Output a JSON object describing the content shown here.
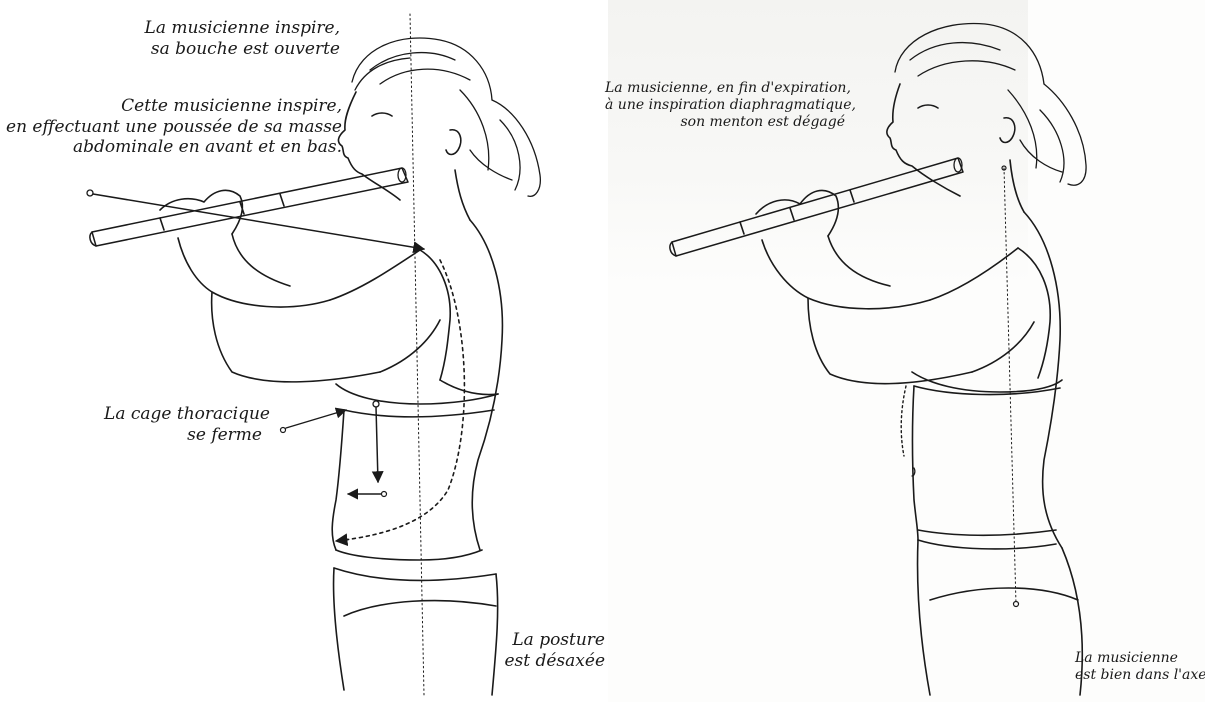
{
  "figures": {
    "left": {
      "caption_inspire": {
        "line1": "La musicienne inspire,",
        "line2": "sa bouche est ouverte"
      },
      "caption_poussee": {
        "line1": "Cette musicienne inspire,",
        "line2": "en effectuant une poussée de sa masse",
        "line3": "abdominale en avant et en bas."
      },
      "caption_cage": {
        "line1": "La cage thoracique",
        "line2": "se ferme"
      },
      "caption_posture": {
        "line1": "La posture",
        "line2": "est désaxée"
      }
    },
    "right": {
      "caption_expiration": {
        "line1": "La musicienne, en fin d'expiration,",
        "line2": "à une inspiration diaphragmatique,",
        "line3": "son menton est dégagé"
      },
      "caption_axe": {
        "line1": "La musicienne",
        "line2": "est bien dans l'axe"
      }
    }
  },
  "colors": {
    "ink": "#1a1a1a",
    "paper": "#ffffff"
  }
}
